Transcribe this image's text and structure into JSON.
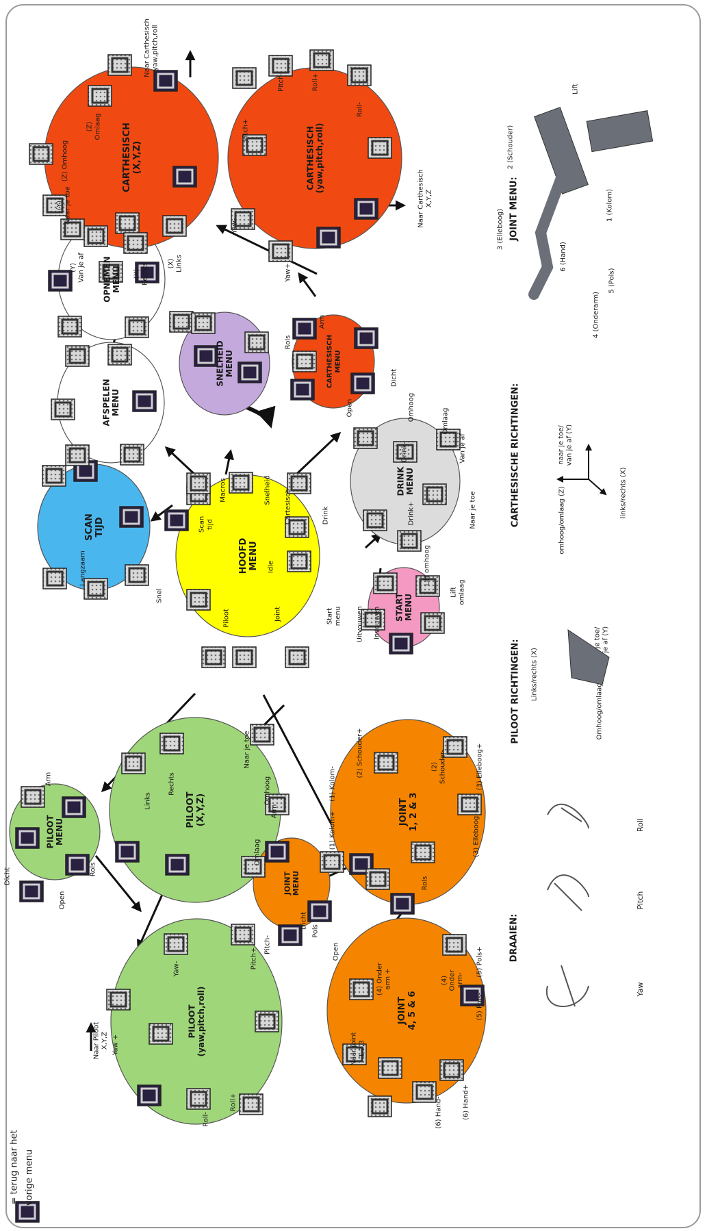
{
  "legend": {
    "line1": "= terug naar het",
    "line2": "vorige menu"
  },
  "menus": {
    "hoofd": {
      "title": "HOOFD\nMENU",
      "color": "#ffff00"
    },
    "scan": {
      "title": "SCAN\nTIJD",
      "color": "#4ab6ee"
    },
    "afspelen": {
      "title": "AFSPELEN\nMENU",
      "color": "#ffffff"
    },
    "opnemen": {
      "title": "OPNEMEN\nMENU",
      "color": "#ffffff"
    },
    "snelheid": {
      "title": "SNELHEID\nMENU",
      "color": "#c4a9dc"
    },
    "cart_menu": {
      "title": "CARTHESISCH\nMENU",
      "color": "#f04a12"
    },
    "cart_xyz": {
      "title": "CARTHESISCH\n(X,Y,Z)",
      "color": "#f04a12"
    },
    "cart_ypr": {
      "title": "CARTHESISCH\n(yaw,pitch,roll)",
      "color": "#f04a12"
    },
    "drink": {
      "title": "DRINK\nMENU",
      "color": "#dcdcdc"
    },
    "start": {
      "title": "START\nMENU",
      "color": "#f49ac2"
    },
    "piloot_menu": {
      "title": "PILOOT\nMENU",
      "color": "#9fd67a"
    },
    "piloot_xyz": {
      "title": "PILOOT\n(X,Y,Z)",
      "color": "#9fd67a"
    },
    "piloot_ypr": {
      "title": "PILOOT\n(yaw,pitch,roll)",
      "color": "#9fd67a"
    },
    "joint_menu": {
      "title": "JOINT\nMENU",
      "color": "#f58400"
    },
    "joint123": {
      "title": "JOINT\n1, 2 & 3",
      "color": "#f58400"
    },
    "joint456": {
      "title": "JOINT\n4, 5 & 6",
      "color": "#f58400"
    }
  },
  "labels": {
    "hoofd_scan": "Scan\ntijd",
    "hoofd_macros": "Macros",
    "hoofd_snelheid": "Snelheid",
    "hoofd_idle": "Idle",
    "hoofd_cartesisch": "Cartesisch",
    "hoofd_drink": "Drink",
    "hoofd_start": "Start\nmenu",
    "hoofd_joint": "Joint",
    "hoofd_piloot": "Piloot",
    "scan_langzaam": "Langzaam",
    "scan_snel": "Snel",
    "cm_arm": "Arm",
    "cm_rols": "Rols",
    "cm_open": "Open",
    "cm_dicht": "Dicht",
    "cx_z_omlaag": "(Z)\nOmlaag",
    "cx_z_omhoog": "(Z) Omhoog",
    "cx_y_naar": "(Y)\nNaar je toe",
    "cx_y_van": "(Y)\nVan je af",
    "cx_x_rechts": "(X)\nRechts",
    "cx_x_links": "(X)\nLinks",
    "cx_naar": "Naar Carthesisch\nyaw,pitch,roll",
    "cy_pitch_min": "Pitch-",
    "cy_roll_plus": "Roll+",
    "cy_roll_min": "Roll-",
    "cy_pitch_plus": "Pitch+",
    "cy_yaw_min": "Yaw-",
    "cy_yaw_plus": "Yaw+",
    "cy_naar": "Naar Carthesisch\nX,Y,Z",
    "dr_omhoog": "Omhoog",
    "dr_omlaag": "Omlaag",
    "dr_vanjeaf": "Van je af",
    "dr_naarjetoe": "Naar je toe",
    "dr_drinkplus": "Drink+",
    "dr_drinkmin": "Drink-",
    "st_uitvouwen": "Uitvouwen",
    "st_invouwen": "Invouwen",
    "st_liftomhoog": "Lift omhoog",
    "st_liftomlaag": "Lift\nomlaag",
    "pm_arm": "Arm",
    "pm_dicht": "Dicht",
    "pm_open": "Open",
    "pm_rols": "Rols",
    "px_links": "Links",
    "px_rechts": "Rechts",
    "px_naar": "Naar je toe",
    "px_omhoog": "Omhoog",
    "px_omlaag": "Omlaag",
    "py_yawplus": "Yaw +",
    "py_yawmin": "Yaw-",
    "py_pitchplus": "Pitch+",
    "py_pitchmin": "Pitch-",
    "py_rollplus": "Roll+",
    "py_rollmin": "Roll-",
    "py_naar": "Naar Piloot\nX,Y,Z",
    "jm_arm": "Arm",
    "jm_pols": "Pols",
    "jm_open": "Open",
    "jm_dicht": "Dicht",
    "j1_kolomplus": "(1) Kolom+",
    "j1_kolommin": "(1) Kolom-",
    "j1_schouderplus": "(2) Schouder+",
    "j1_schoudermin": "(2)\nSchouder-",
    "j1_elleboogplus": "(3) Elleboog+",
    "j1_elleboogmin": "(3) Elleboog-",
    "j1_rols": "Rols",
    "j4_onderarmplus": "(4) Onder\narm +",
    "j4_onderarmmin": "(4)\nOnder\narm-",
    "j4_polsplus": "(5) Pols+",
    "j4_polsmin": "(5) Pols-",
    "j4_handplus": "(6) Hand+",
    "j4_handmin": "(6) Hand-",
    "j4_naar": "Naar joint\n1,2,3"
  },
  "sections": {
    "joint_menu": "JOINT MENU:",
    "cart_richtingen": "CARTHESISCHE RICHTINGEN:",
    "piloot_richtingen": "PILOOT RICHTINGEN:",
    "draaien": "DRAAIEN:"
  },
  "robot_labels": {
    "lift": "Lift",
    "schouder": "2 (Schouder)",
    "elleboog": "3 (Elleboog)",
    "hand": "6 (Hand)",
    "onderarm": "4 (Onderarm)",
    "pols": "5 (Pols)",
    "kolom": "1 (Kolom)"
  },
  "axes": {
    "z": "omhoog/omlaag (Z)",
    "y": "naar je toe/\nvan je af (Y)",
    "x": "links/rechts (X)"
  },
  "piloot_axes": {
    "x": "Links/rechts (X)",
    "y": "Naar je toe/\nvan je af (Y)",
    "z": "Omhoog/omlaag (Z)"
  },
  "draaien": {
    "yaw": "Yaw",
    "pitch": "Pitch",
    "roll": "Roll"
  }
}
